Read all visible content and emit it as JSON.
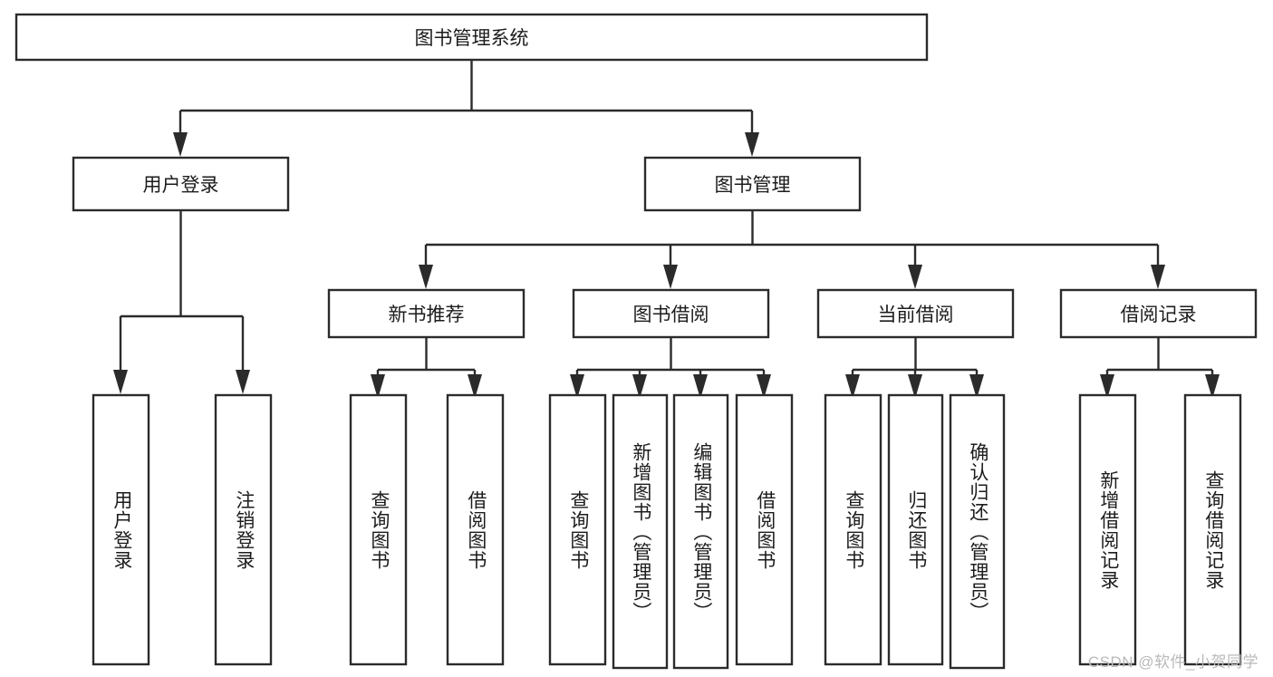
{
  "diagram": {
    "type": "tree-hierarchy",
    "title": "图书管理系统",
    "watermark": "CSDN @软件_小贺同学",
    "colors": {
      "stroke": "#2b2b2b",
      "fill": "#ffffff",
      "text": "#1c1c1c",
      "watermark": "#b9b9b9"
    },
    "levels": {
      "root": {
        "label": "图书管理系统"
      },
      "level2": [
        {
          "label": "用户登录"
        },
        {
          "label": "图书管理"
        }
      ],
      "level3": [
        {
          "label": "新书推荐"
        },
        {
          "label": "图书借阅"
        },
        {
          "label": "当前借阅"
        },
        {
          "label": "借阅记录"
        }
      ],
      "leaves": {
        "user_login": [
          {
            "label": "用户登录"
          },
          {
            "label": "注销登录"
          }
        ],
        "new_book_recommend": [
          {
            "label": "查询图书"
          },
          {
            "label": "借阅图书"
          }
        ],
        "book_borrow": [
          {
            "label": "查询图书"
          },
          {
            "label": "新增图书（管理员）"
          },
          {
            "label": "编辑图书（管理员）"
          },
          {
            "label": "借阅图书"
          }
        ],
        "current_borrow": [
          {
            "label": "查询图书"
          },
          {
            "label": "归还图书"
          },
          {
            "label": "确认归还（管理员）"
          }
        ],
        "borrow_record": [
          {
            "label": "新增借阅记录"
          },
          {
            "label": "查询借阅记录"
          }
        ]
      }
    }
  }
}
